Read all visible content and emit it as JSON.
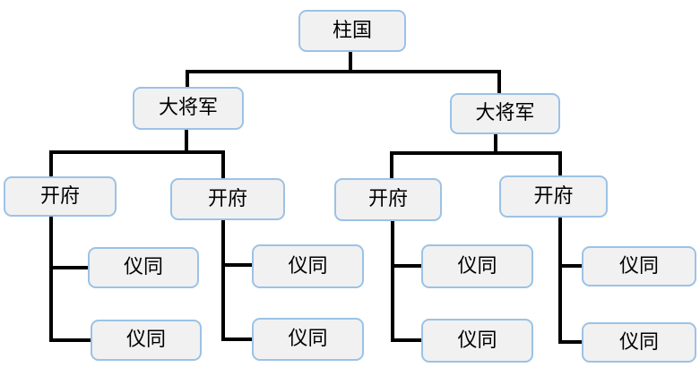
{
  "colors": {
    "background": "#ffffff",
    "node_fill": "#f1f1f2",
    "node_border": "#9cc2e5",
    "connector": "#000000",
    "text": "#000000"
  },
  "hierarchy": {
    "label": "柱国",
    "children": [
      {
        "label": "大将军",
        "children": [
          {
            "label": "开府",
            "children": [
              {
                "label": "仪同"
              },
              {
                "label": "仪同"
              }
            ]
          },
          {
            "label": "开府",
            "children": [
              {
                "label": "仪同"
              },
              {
                "label": "仪同"
              }
            ]
          }
        ]
      },
      {
        "label": "大将军",
        "children": [
          {
            "label": "开府",
            "children": [
              {
                "label": "仪同"
              },
              {
                "label": "仪同"
              }
            ]
          },
          {
            "label": "开府",
            "children": [
              {
                "label": "仪同"
              },
              {
                "label": "仪同"
              }
            ]
          }
        ]
      }
    ]
  }
}
